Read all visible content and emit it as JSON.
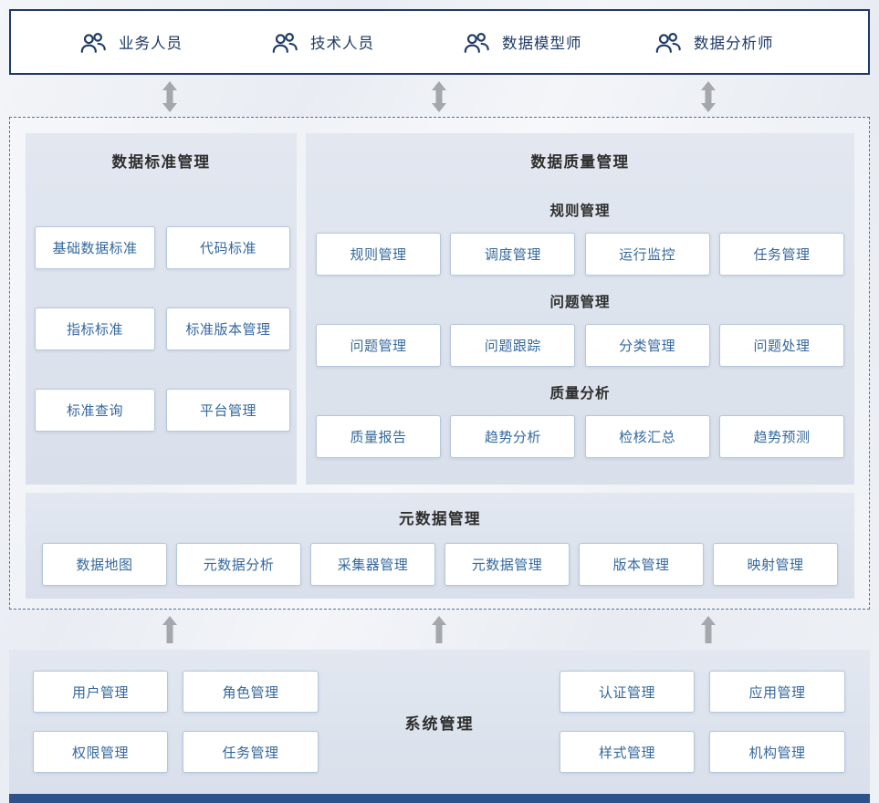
{
  "colors": {
    "navy": "#1e3a66",
    "button_text": "#34689e",
    "button_border": "#b6c7dc",
    "panel_title": "#2e2e2e",
    "panel_bg": "#dde3ee",
    "arrow_gray": "#a4a8ad",
    "dashed_border": "#50709f",
    "bottom_strip": "#2e538a"
  },
  "roles": [
    {
      "icon": "users-icon",
      "label": "业务人员"
    },
    {
      "icon": "users-icon",
      "label": "技术人员"
    },
    {
      "icon": "users-icon",
      "label": "数据模型师"
    },
    {
      "icon": "users-icon",
      "label": "数据分析师"
    }
  ],
  "standard": {
    "title": "数据标准管理",
    "buttons": [
      "基础数据标准",
      "代码标准",
      "指标标准",
      "标准版本管理",
      "标准查询",
      "平台管理"
    ]
  },
  "quality": {
    "title": "数据质量管理",
    "groups": [
      {
        "title": "规则管理",
        "buttons": [
          "规则管理",
          "调度管理",
          "运行监控",
          "任务管理"
        ]
      },
      {
        "title": "问题管理",
        "buttons": [
          "问题管理",
          "问题跟踪",
          "分类管理",
          "问题处理"
        ]
      },
      {
        "title": "质量分析",
        "buttons": [
          "质量报告",
          "趋势分析",
          "检核汇总",
          "趋势预测"
        ]
      }
    ]
  },
  "metadata": {
    "title": "元数据管理",
    "buttons": [
      "数据地图",
      "元数据分析",
      "采集器管理",
      "元数据管理",
      "版本管理",
      "映射管理"
    ]
  },
  "system": {
    "title": "系统管理",
    "left_buttons": [
      "用户管理",
      "角色管理",
      "权限管理",
      "任务管理"
    ],
    "right_buttons": [
      "认证管理",
      "应用管理",
      "样式管理",
      "机构管理"
    ]
  }
}
